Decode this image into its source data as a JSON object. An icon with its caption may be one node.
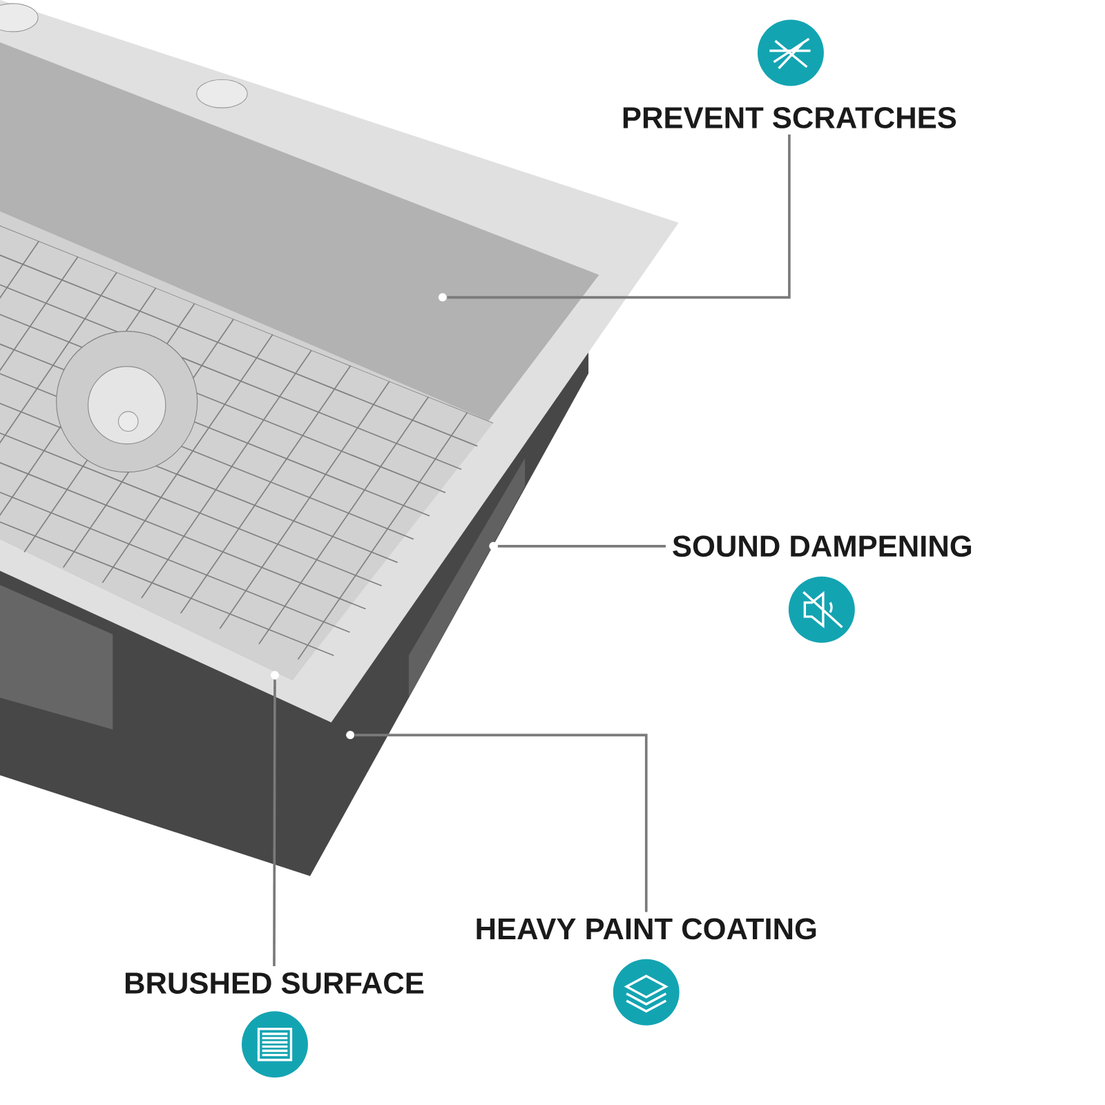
{
  "diagram": {
    "nodes": [
      {
        "text": [
          "PREVENT SCRATCHES"
        ]
      },
      {
        "text": [],
        "shape": "circle"
      },
      {
        "text": [
          "SOUND DAMPENING"
        ]
      },
      {
        "text": [],
        "shape": "circle"
      },
      {
        "text": [
          "HEAVY PAINT COATING"
        ]
      },
      {
        "text": [],
        "shape": "circle"
      },
      {
        "text": [
          "BRUSHED SURFACE"
        ]
      },
      {
        "text": [],
        "shape": "circle"
      }
    ],
    "edges": [
      {
        "from": 0,
        "to": 1,
        "arrow": "none"
      },
      {
        "from": 2,
        "to": 3,
        "arrow": "none"
      },
      {
        "from": 4,
        "to": 5,
        "arrow": "none"
      },
      {
        "from": 6,
        "to": 7,
        "arrow": "none"
      }
    ]
  }
}
